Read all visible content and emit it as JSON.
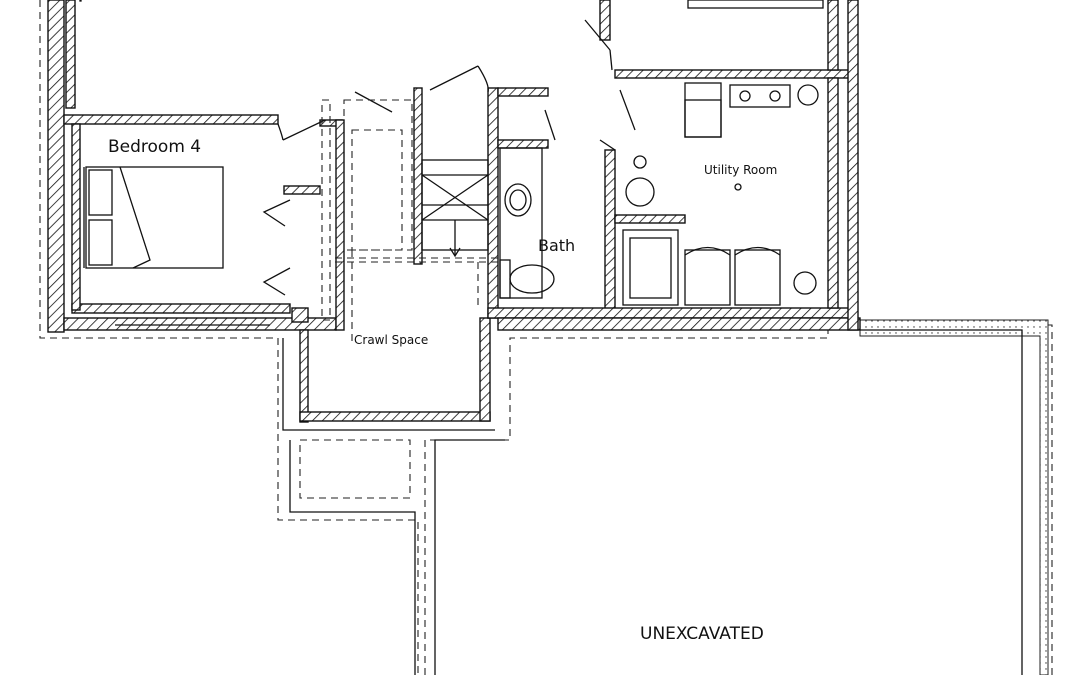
{
  "rooms": {
    "bedroom": "Bedroom 4",
    "bath": "Bath",
    "utility": "Utility Room",
    "crawl": "Crawl Space",
    "unexcavated": "UNEXCAVATED"
  },
  "colors": {
    "line": "#111111",
    "background": "#ffffff"
  }
}
